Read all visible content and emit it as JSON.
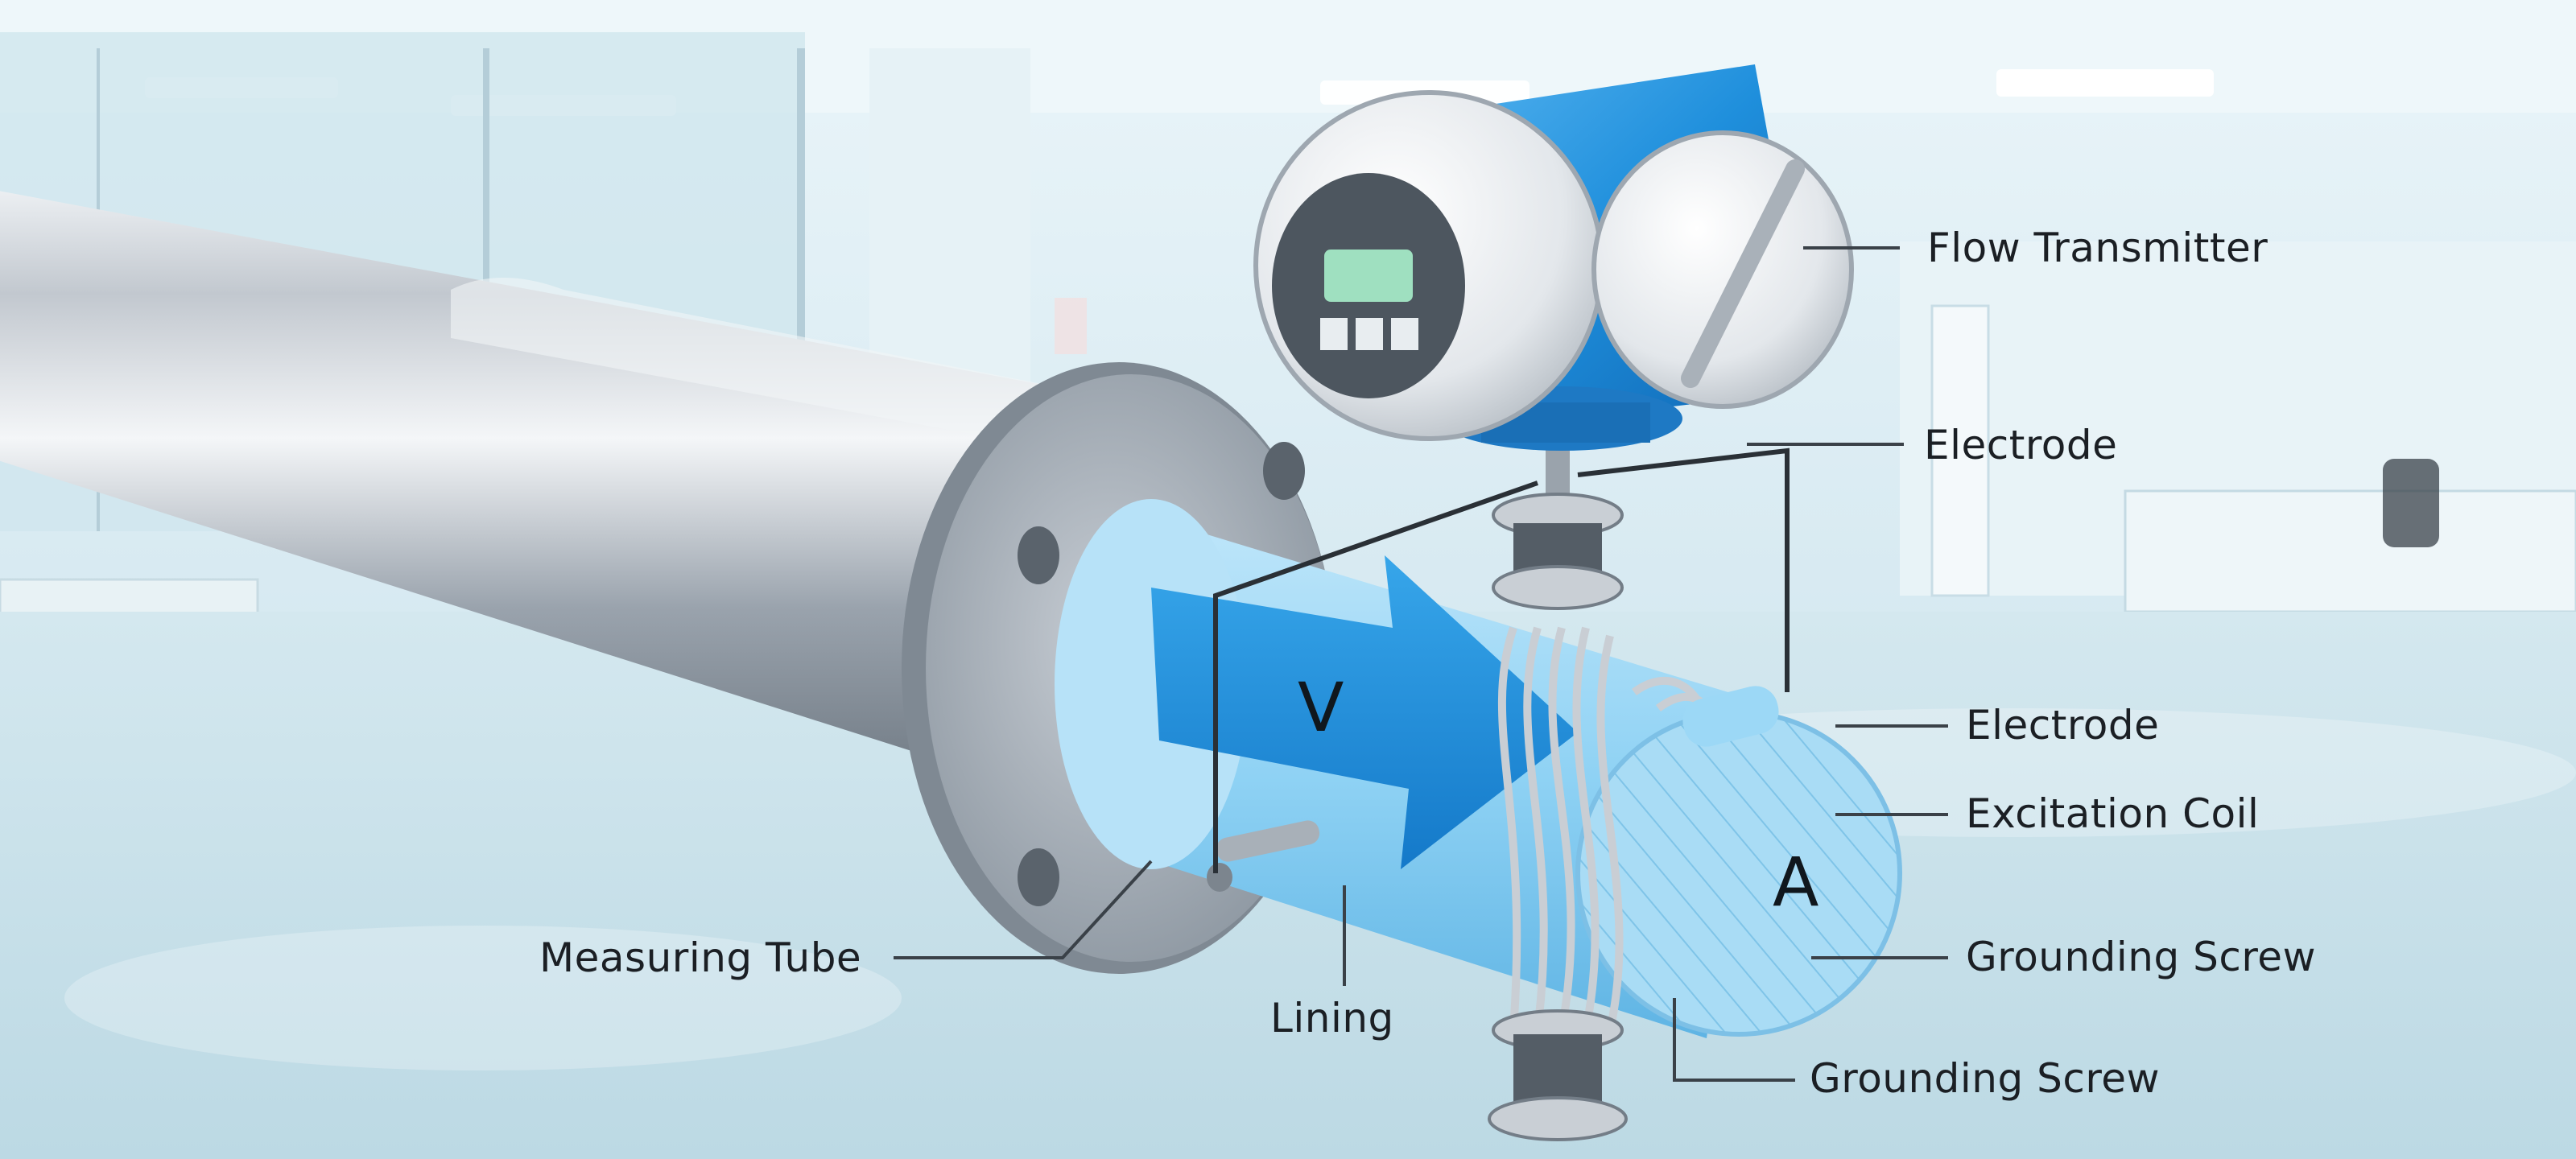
{
  "callouts": {
    "flow_transmitter": "Flow Transmitter",
    "electrode_upper": "Electrode",
    "electrode_lower": "Electrode",
    "excitation_coil": "Excitation Coil",
    "grounding_screw_upper": "Grounding Screw",
    "grounding_screw_lower": "Grounding Screw",
    "measuring_tube": "Measuring Tube",
    "lining": "Lining"
  },
  "symbols": {
    "velocity": "V",
    "area": "A"
  },
  "colors": {
    "flow_blue": "#1f93df",
    "liner_blue": "#8fd2f4",
    "steel": "#b8bec6",
    "background": "#dfeef4"
  }
}
